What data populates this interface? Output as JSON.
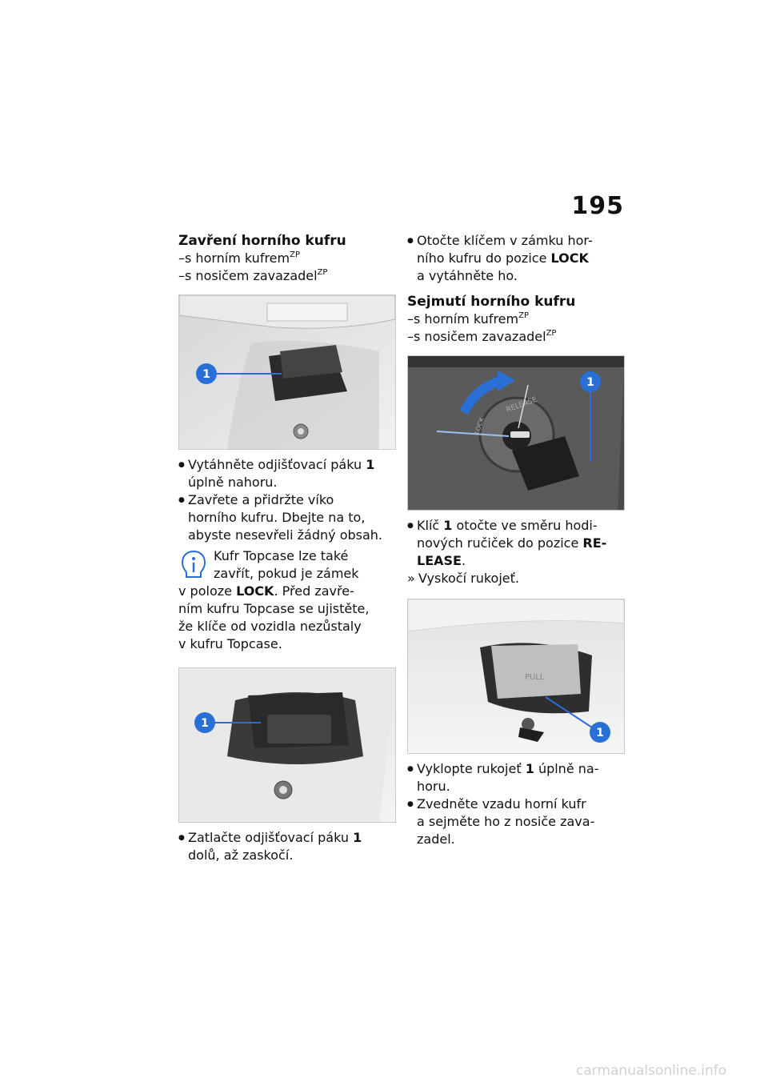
{
  "page_number": "195",
  "left": {
    "heading": "Zavření horního kufru",
    "cond1": "–s horním kufrem",
    "cond1_sup": "ZP",
    "cond2": "–s nosičem zavazadel",
    "cond2_sup": "ZP",
    "fig1_label": "1",
    "b1_a": "Vytáhněte odjišťovací páku",
    "b1_bold": "1",
    "b1_b": "úplně nahoru.",
    "b2_a": "Zavřete a přidržte víko",
    "b2_b": "horního kufru. Dbejte na to,",
    "b2_c": "abyste nesevřeli žádný obsah.",
    "note_l1": "Kufr Topcase lze také",
    "note_l2": "zavřít, pokud je zámek",
    "note_l3_a": "v poloze",
    "note_l3_bold": "LOCK",
    "note_l3_b": ". Před zavře-",
    "note_l4": "ním kufru Topcase se ujistěte,",
    "note_l5": "že klíče od vozidla nezůstaly",
    "note_l6": "v kufru Topcase.",
    "fig2_label": "1",
    "b3_a": "Zatlačte odjišťovací páku",
    "b3_bold": "1",
    "b3_b": "dolů, až zaskočí."
  },
  "right": {
    "b1_l1": "Otočte klíčem v zámku hor-",
    "b1_l2_a": "ního kufru do pozice",
    "b1_l2_bold": "LOCK",
    "b1_l3": "a vytáhněte ho.",
    "heading": "Sejmutí horního kufru",
    "cond1": "–s horním kufrem",
    "cond1_sup": "ZP",
    "cond2": "–s nosičem zavazadel",
    "cond2_sup": "ZP",
    "fig3_label": "1",
    "fig3_release": "RELEASE",
    "fig3_lock": "LOCK",
    "b2_a": "Klíč",
    "b2_bold": "1",
    "b2_b": "otočte ve směru hodi-",
    "b2_l2_a": "nových ručiček do pozice",
    "b2_l2_bold": "RE-",
    "b2_l3_bold": "LEASE",
    "b2_l3_b": ".",
    "result": "Vyskočí rukojeť.",
    "fig4_label": "1",
    "fig4_pull": "PULL",
    "b3_a": "Vyklopte rukojeť",
    "b3_bold": "1",
    "b3_b": "úplně na-",
    "b3_l2": "horu.",
    "b4_l1": "Zvedněte vzadu horní kufr",
    "b4_l2": "a sejměte ho z nosiče zava-",
    "b4_l3": "zadel."
  },
  "watermark": "carmanualsonline.info",
  "colors": {
    "callout": "#2a6fd6",
    "arrow": "#2a6fd6"
  }
}
